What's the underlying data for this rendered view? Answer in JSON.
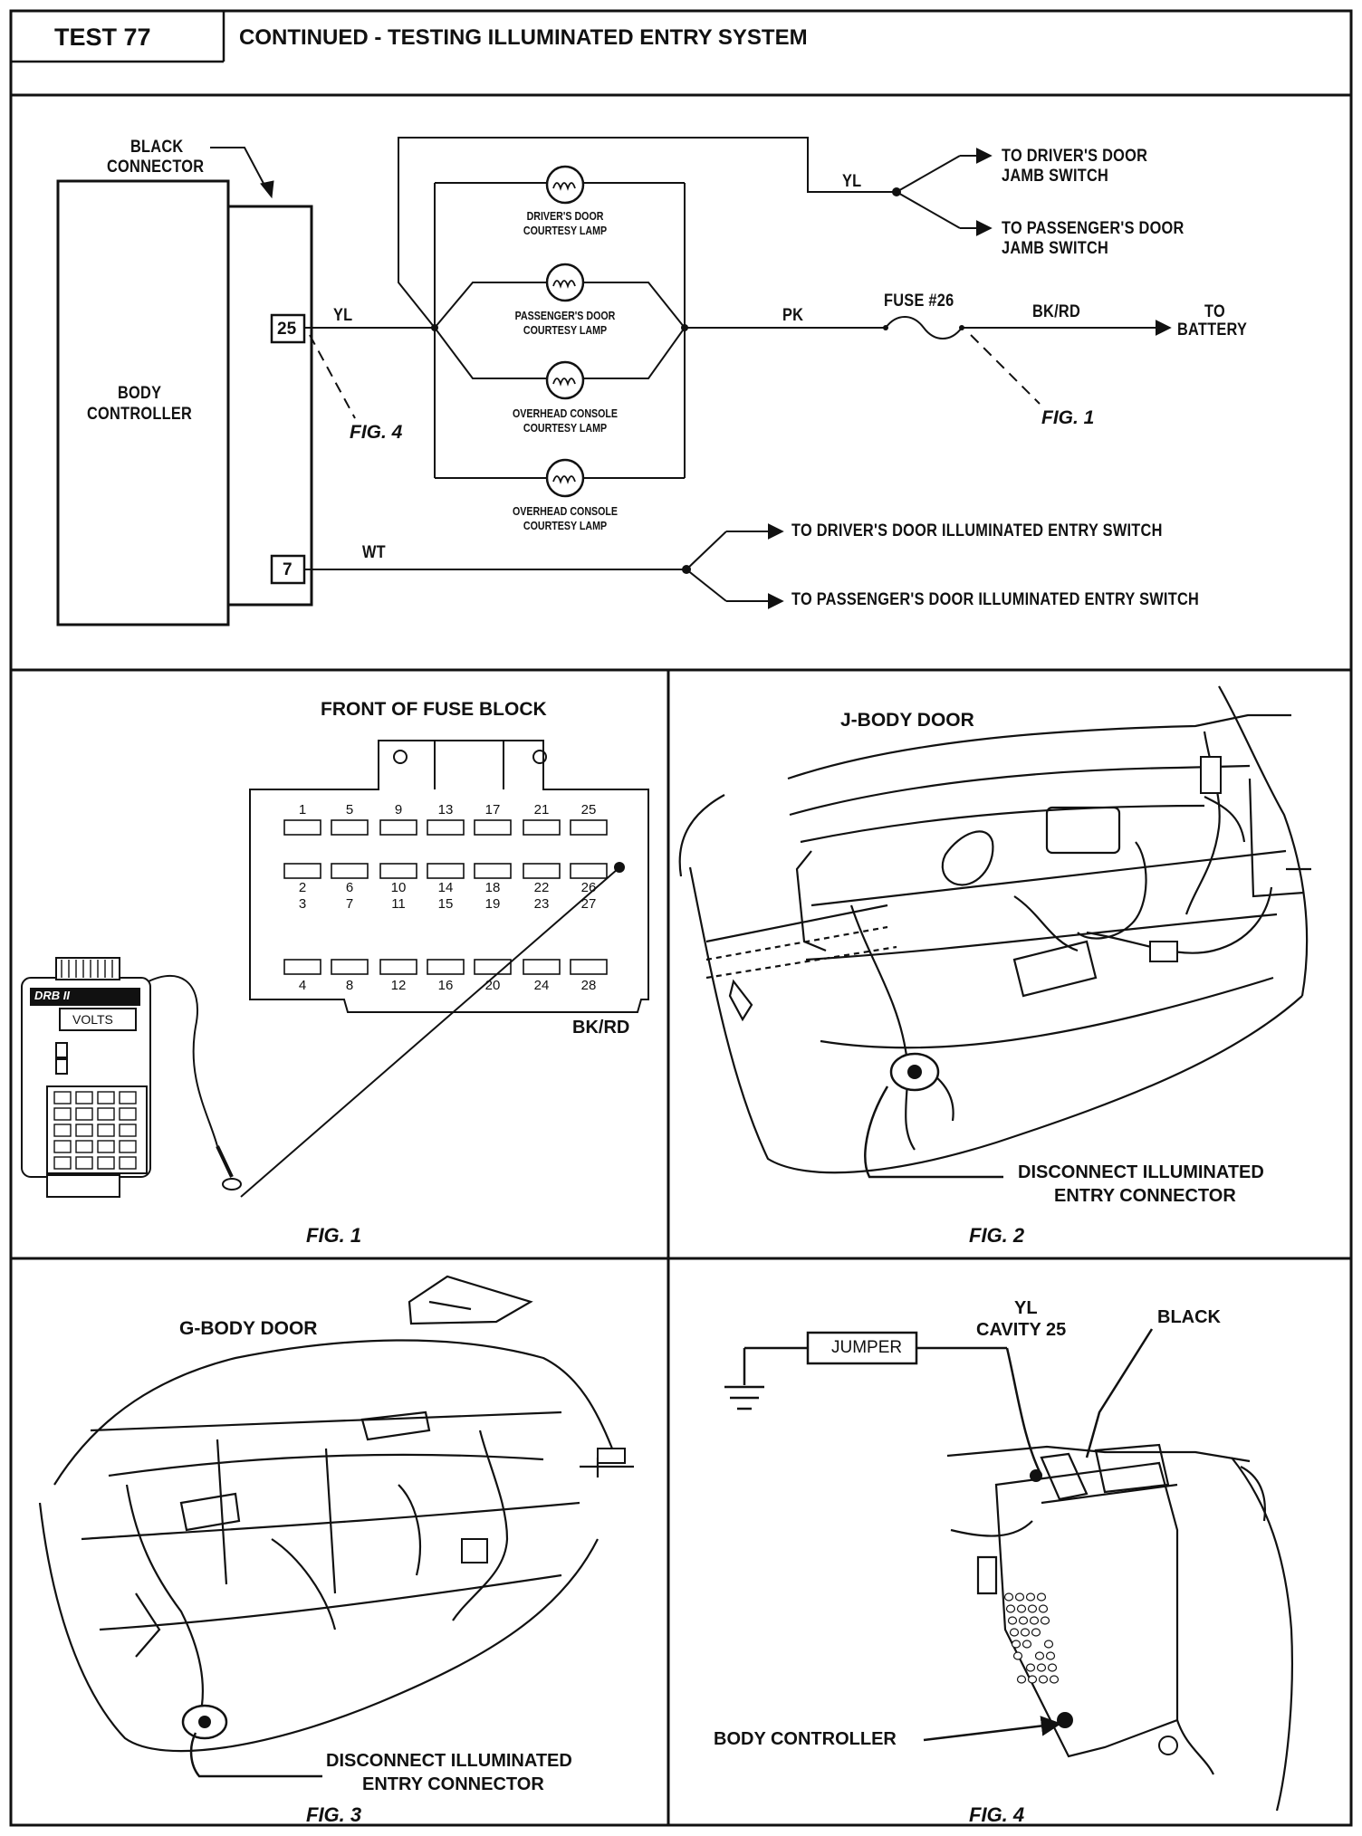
{
  "header": {
    "test_label": "TEST 77",
    "title": "CONTINUED - TESTING ILLUMINATED ENTRY SYSTEM"
  },
  "schematic": {
    "black_connector_label": [
      "BLACK",
      "CONNECTOR"
    ],
    "body_controller_label": [
      "BODY",
      "CONTROLLER"
    ],
    "pin_25": "25",
    "pin_7": "7",
    "wire_yl_pin": "YL",
    "wire_yl_top": "YL",
    "wire_pk": "PK",
    "wire_bkrd": "BK/RD",
    "wire_wt": "WT",
    "fuse_label": "FUSE #26",
    "to_battery": [
      "TO",
      "BATTERY"
    ],
    "fig4_ref": "FIG. 4",
    "fig1_ref": "FIG. 1",
    "lamps": [
      [
        "DRIVER'S DOOR",
        "COURTESY LAMP"
      ],
      [
        "PASSENGER'S DOOR",
        "COURTESY LAMP"
      ],
      [
        "OVERHEAD CONSOLE",
        "COURTESY LAMP"
      ],
      [
        "OVERHEAD CONSOLE",
        "COURTESY LAMP"
      ]
    ],
    "destinations": {
      "drivers_jamb": [
        "TO DRIVER'S DOOR",
        "JAMB SWITCH"
      ],
      "passengers_jamb": [
        "TO PASSENGER'S DOOR",
        "JAMB SWITCH"
      ],
      "drivers_ie": "TO DRIVER'S DOOR ILLUMINATED ENTRY SWITCH",
      "passengers_ie": "TO PASSENGER'S DOOR ILLUMINATED ENTRY SWITCH"
    }
  },
  "fig1": {
    "title": "FRONT OF FUSE BLOCK",
    "caption": "FIG. 1",
    "bkrd_label": "BK/RD",
    "fuse_numbers": {
      "row1": [
        "1",
        "5",
        "9",
        "13",
        "17",
        "21",
        "25"
      ],
      "row2": [
        "2",
        "6",
        "10",
        "14",
        "18",
        "22",
        "26"
      ],
      "row3": [
        "3",
        "7",
        "11",
        "15",
        "19",
        "23",
        "27"
      ],
      "row4": [
        "4",
        "8",
        "12",
        "16",
        "20",
        "24",
        "28"
      ]
    },
    "meter_brand": "DRB II",
    "meter_mode": "VOLTS"
  },
  "fig2": {
    "title": "J-BODY DOOR",
    "callout": [
      "DISCONNECT ILLUMINATED",
      "ENTRY CONNECTOR"
    ],
    "caption": "FIG. 2"
  },
  "fig3": {
    "title": "G-BODY DOOR",
    "callout": [
      "DISCONNECT ILLUMINATED",
      "ENTRY CONNECTOR"
    ],
    "caption": "FIG. 3"
  },
  "fig4": {
    "jumper_label": "JUMPER",
    "yl_cavity": [
      "YL",
      "CAVITY 25"
    ],
    "black_label": "BLACK",
    "body_controller_label": "BODY CONTROLLER",
    "caption": "FIG. 4"
  }
}
